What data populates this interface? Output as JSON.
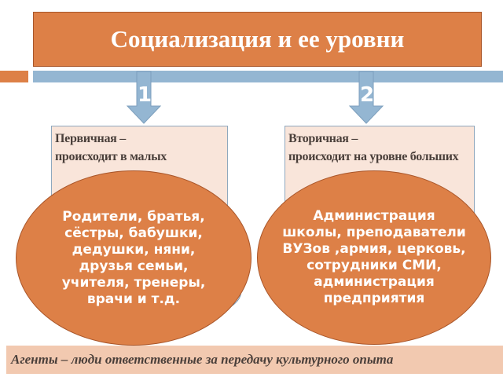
{
  "title": "Социализация и ее уровни",
  "levels": [
    {
      "number": "1",
      "heading": "Первичная –",
      "text": "происходит в малых"
    },
    {
      "number": "2",
      "heading": "Вторичная –",
      "text": "происходит на уровне больших"
    }
  ],
  "agents": [
    "Родители, братья, сёстры, бабушки, дедушки, няни, друзья семьи, учителя, тренеры, врачи и т.д.",
    "Администрация школы, преподаватели ВУЗов ,армия, церковь, сотрудники СМИ, администрация предприятия"
  ],
  "footer": "Агенты – люди ответственные за передачу культурного опыта",
  "colors": {
    "orange": "#dd8047",
    "blue": "#94b6d2",
    "box": "#f9e5da",
    "band": "#f2c9b0"
  }
}
